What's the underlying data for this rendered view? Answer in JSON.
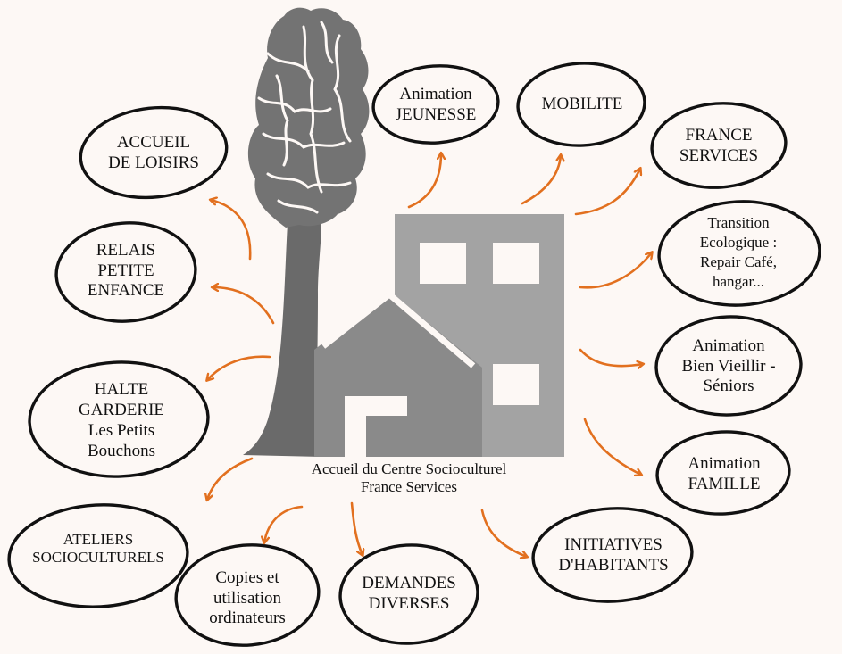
{
  "center": {
    "line1": "Accueil du Centre Socioculturel",
    "line2": "France Services"
  },
  "activities": {
    "accueil_loisirs": "ACCUEIL\nDE LOISIRS",
    "animation_jeunesse": "Animation\nJEUNESSE",
    "mobilite": "MOBILITE",
    "france_services": "FRANCE\nSERVICES",
    "relais_petite_enfance": "RELAIS\nPETITE\nENFANCE",
    "transition_ecologique": "Transition\nEcologique :\nRepair Café,\nhangar...",
    "animation_seniors": "Animation\nBien Vieillir -\nSéniors",
    "halte_garderie": "HALTE\nGARDERIE\nLes Petits\nBouchons",
    "animation_famille": "Animation\nFAMILLE",
    "ateliers_socioculturels": "ATELIERS\nSOCIOCULTURELS",
    "copies_ordinateurs": "Copies et\nutilisation\nordinateurs",
    "demandes_diverses": "DEMANDES\nDIVERSES",
    "initiatives_habitants": "INITIATIVES\nD'HABITANTS"
  },
  "colors": {
    "background": "#fdf8f5",
    "arrow": "#e2701f",
    "tree": "#707070",
    "building": "#a3a3a3",
    "house": "#8a8a8a",
    "outline": "#111111"
  },
  "icons": [
    "tree-icon",
    "building-icon",
    "house-icon"
  ]
}
